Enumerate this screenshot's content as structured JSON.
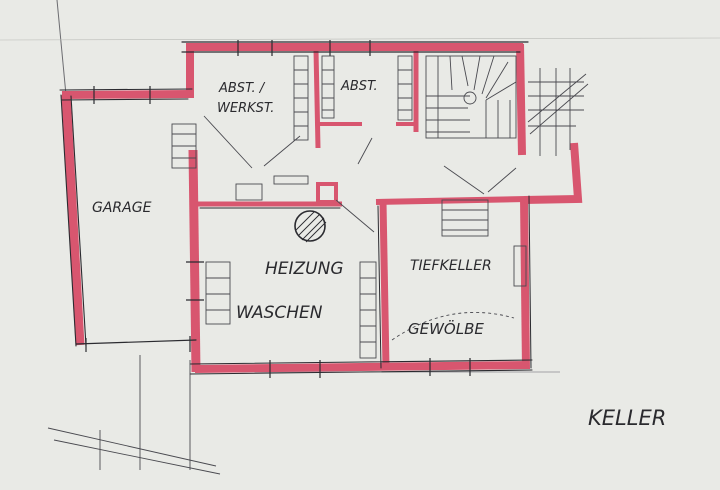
{
  "rooms": {
    "workshop": "ABST. / WERKST.",
    "storage": "ABST.",
    "garage": "GARAGE",
    "heating": "HEIZUNG",
    "laundry": "WASCHEN",
    "cellar": "TIEFKELLER",
    "vault": "GEWÖLBE"
  },
  "floor_label": "KELLER",
  "colors": {
    "paper": "#e9eae6",
    "wall_fill": "#d8566f",
    "ink": "#2b2b30"
  }
}
